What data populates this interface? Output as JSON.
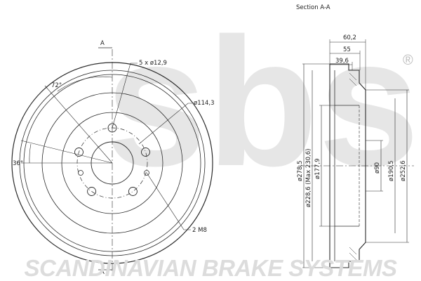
{
  "section_title": "Section  A-A",
  "section_marker": "A",
  "brand_watermark": "sbs",
  "registered_mark": "®",
  "footer_text": "SCANDINAVIAN BRAKE SYSTEMS",
  "front_view": {
    "bolt_holes_callout": "5 x ø12,9",
    "pcd_callout": "ø114,3",
    "thread_callout": "2 M8",
    "angle_72": "72°",
    "angle_36": "36°"
  },
  "section_view": {
    "dim_60_2": "60,2",
    "dim_55": "55",
    "dim_39_6": "39,6",
    "dia_278_5": "ø278,5",
    "dia_228_6": "ø228,6 (Max 230,6)",
    "dia_177_9": "ø177,9",
    "dia_90": "ø90",
    "dia_190_5": "ø190,5",
    "dia_252_6": "ø252,6"
  },
  "colors": {
    "line": "#2b2b2b",
    "watermark": "#e6e6e6",
    "footer": "#dcdcdc"
  }
}
